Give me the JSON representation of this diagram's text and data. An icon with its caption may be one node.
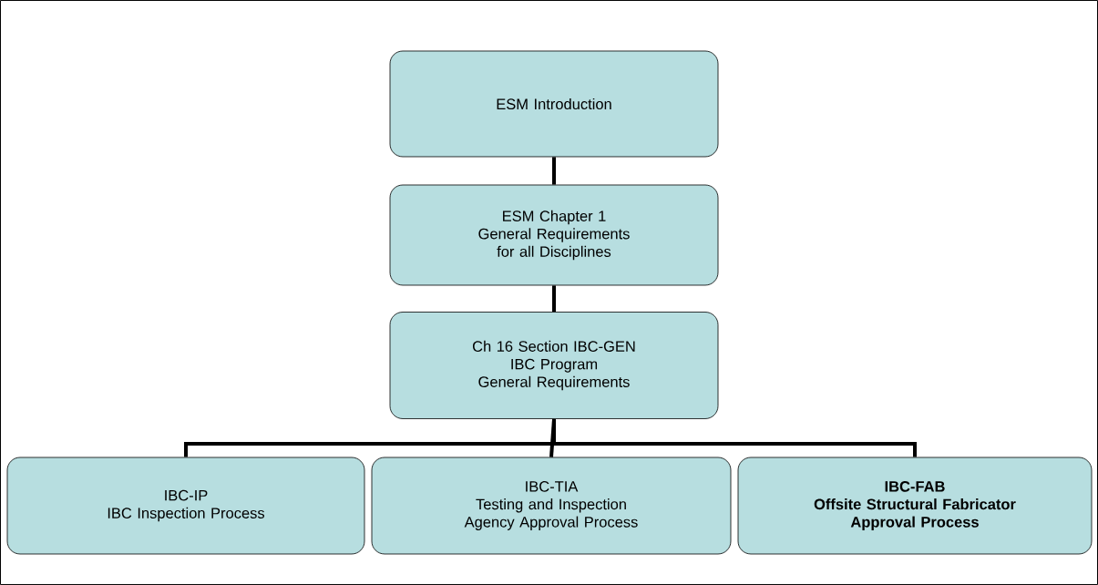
{
  "diagram": {
    "nodes": [
      {
        "text": [
          "ESM Introduction"
        ]
      },
      {
        "text": [
          "ESM Chapter 1",
          "General Requirements for all Disciplines"
        ]
      },
      {
        "text": [
          "Ch 16 Section IBC-GEN",
          "IBC Program",
          "General Requirements"
        ]
      },
      {
        "text": [
          "IBC-IP",
          "IBC Inspection Process"
        ]
      },
      {
        "text": [
          "IBC-TIA",
          "Testing and Inspection Agency Approval Process"
        ]
      },
      {
        "text": [
          "IBC-FAB",
          "Offsite Structural Fabricator Approval Process"
        ]
      }
    ],
    "edges": [
      {
        "from": 0,
        "to": 1,
        "arrow": "none"
      },
      {
        "from": 1,
        "to": 2,
        "arrow": "none"
      },
      {
        "from": 2,
        "to": 3,
        "arrow": "none"
      },
      {
        "from": 2,
        "to": 4,
        "arrow": "none"
      },
      {
        "from": 2,
        "to": 5,
        "arrow": "none"
      }
    ]
  }
}
